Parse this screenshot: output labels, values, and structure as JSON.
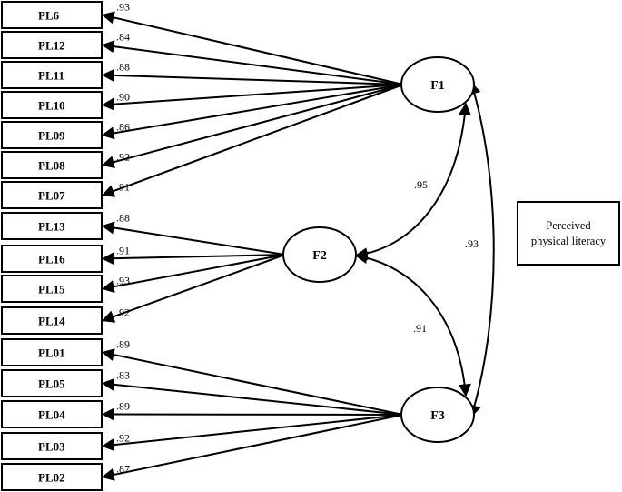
{
  "indicators": [
    {
      "id": "PL6",
      "factor": "F1",
      "loading": ".93"
    },
    {
      "id": "PL12",
      "factor": "F1",
      "loading": ".84"
    },
    {
      "id": "PL11",
      "factor": "F1",
      "loading": ".88"
    },
    {
      "id": "PL10",
      "factor": "F1",
      "loading": ".90"
    },
    {
      "id": "PL09",
      "factor": "F1",
      "loading": ".86"
    },
    {
      "id": "PL08",
      "factor": "F1",
      "loading": ".92"
    },
    {
      "id": "PL07",
      "factor": "F1",
      "loading": ".91"
    },
    {
      "id": "PL13",
      "factor": "F2",
      "loading": ".88"
    },
    {
      "id": "PL16",
      "factor": "F2",
      "loading": ".91"
    },
    {
      "id": "PL15",
      "factor": "F2",
      "loading": ".93"
    },
    {
      "id": "PL14",
      "factor": "F2",
      "loading": ".92"
    },
    {
      "id": "PL01",
      "factor": "F3",
      "loading": ".89"
    },
    {
      "id": "PL05",
      "factor": "F3",
      "loading": ".83"
    },
    {
      "id": "PL04",
      "factor": "F3",
      "loading": ".89"
    },
    {
      "id": "PL03",
      "factor": "F3",
      "loading": ".92"
    },
    {
      "id": "PL02",
      "factor": "F3",
      "loading": ".87"
    }
  ],
  "factors": [
    {
      "id": "F1",
      "label": "F1"
    },
    {
      "id": "F2",
      "label": "F2"
    },
    {
      "id": "F3",
      "label": "F3"
    }
  ],
  "correlations": [
    {
      "from": "F1",
      "to": "F2",
      "value": ".95"
    },
    {
      "from": "F2",
      "to": "F3",
      "value": ".91"
    },
    {
      "from": "F1",
      "to": "F3",
      "value": ".93"
    }
  ],
  "construct": {
    "line1": "Perceived",
    "line2": "physical literacy"
  },
  "colors": {
    "stroke": "#000000",
    "background": "#ffffff"
  }
}
